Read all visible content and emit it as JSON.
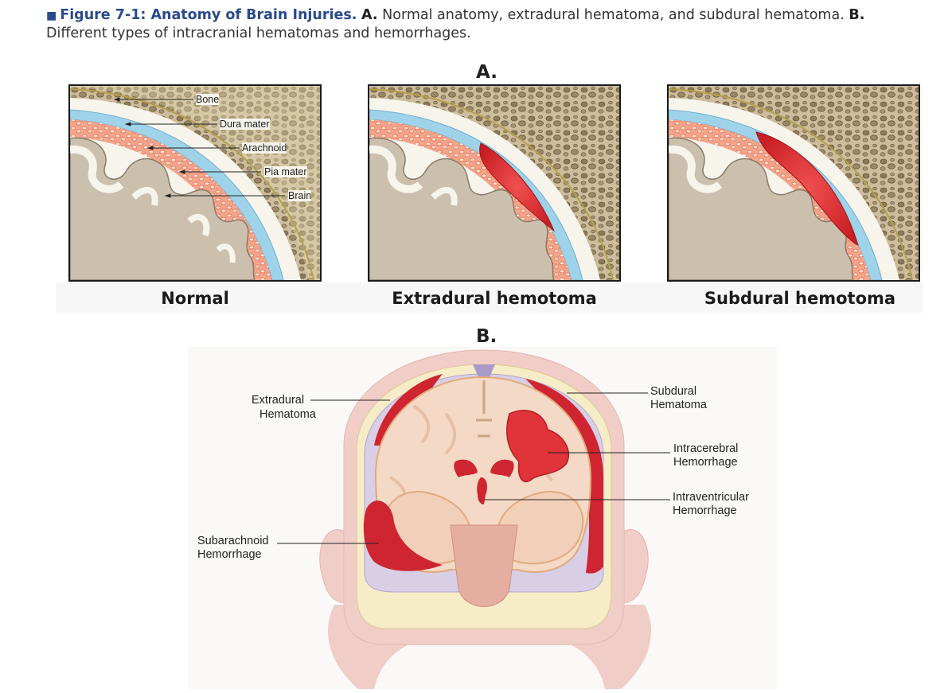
{
  "caption": {
    "marker": "■",
    "figure_title": "Figure 7-1: Anatomy of Brain Injuries.",
    "a_label": "A.",
    "a_text": "Normal anatomy, extradural hematoma, and subdural hematoma.",
    "b_label": "B.",
    "b_text": "Different types of intracranial hematomas and hemorrhages."
  },
  "section_a": {
    "label": "A."
  },
  "section_b": {
    "label": "B."
  },
  "panels": [
    {
      "title": "Normal"
    },
    {
      "title": "Extradural hemotoma"
    },
    {
      "title": "Subdural hemotoma"
    }
  ],
  "normal_labels": {
    "bone": "Bone",
    "dura": "Dura mater",
    "arachnoid": "Arachnoid",
    "pia": "Pia mater",
    "brain": "Brain"
  },
  "coronal_labels": {
    "extradural_1": "Extradural",
    "extradural_2": "Hematoma",
    "subdural_1": "Subdural",
    "subdural_2": "Hematoma",
    "intracerebral_1": "Intracerebral",
    "intracerebral_2": "Hemorrhage",
    "intraventricular_1": "Intraventricular",
    "intraventricular_2": "Hemorrhage",
    "subarachnoid_1": "Subarachnoid",
    "subarachnoid_2": "Hemorrhage"
  },
  "colors": {
    "accent": "#2a4a8c",
    "blood": "#d42a2e",
    "dura": "#9fd3ea",
    "bone": "#c9b898",
    "brain": "#cbbfae",
    "skin": "#f1cdc8"
  }
}
